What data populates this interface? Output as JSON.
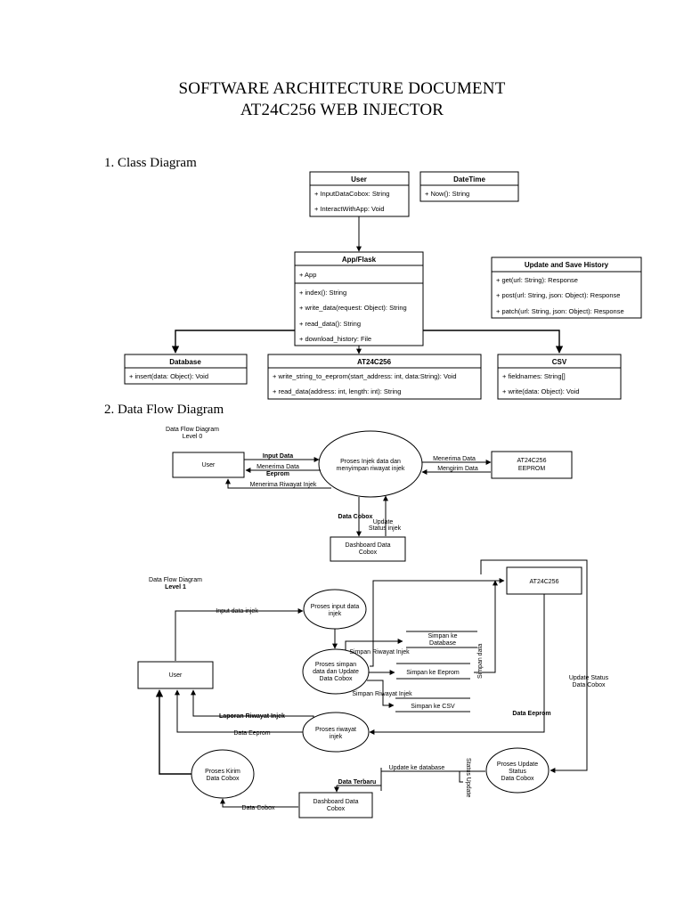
{
  "document": {
    "title_line1": "SOFTWARE ARCHITECTURE DOCUMENT",
    "title_line2": "AT24C256 WEB INJECTOR",
    "section1": "1.   Class Diagram",
    "section2": "2.   Data Flow Diagram"
  },
  "class_diagram": {
    "user": {
      "name": "User",
      "items": [
        "+ InputDataCobox: String",
        "+ InteractWithApp: Void"
      ]
    },
    "datetime": {
      "name": "DateTime",
      "items": [
        "+ Now(): String"
      ]
    },
    "app": {
      "name": "App/Flask",
      "attr": "+ App",
      "items": [
        "+ index(): String",
        "+ write_data(request: Object): String",
        "+ read_data(): String",
        "+ download_history: File"
      ]
    },
    "history": {
      "name": "Update and Save History",
      "items": [
        "+ get(url: String): Response",
        "+ post(url: String, json: Object): Response",
        "+ patch(url: String, json: Object): Response"
      ]
    },
    "database": {
      "name": "Database",
      "items": [
        "+ insert(data: Object): Void"
      ]
    },
    "at24c256": {
      "name": "AT24C256",
      "items": [
        "+ write_string_to_eeprom(start_address: int, data:String): Void",
        "+ read_data(address: int, length: int): String"
      ]
    },
    "csv": {
      "name": "CSV",
      "items": [
        "+ fieldnames: String[]",
        "+ write(data: Object): Void"
      ]
    }
  },
  "dfd0": {
    "title_line1": "Data Flow Diagram",
    "title_line2": "Level 0",
    "user": "User",
    "process_line1": "Proses Injek data dan",
    "process_line2": "menyimpan riwayat injek",
    "eeprom_line1": "AT24C256",
    "eeprom_line2": "EEPROM",
    "dashboard_line1": "Dashboard Data",
    "dashboard_line2": "Cobox",
    "flow_input": "Input Data",
    "flow_receive_line1": "Menerima Data",
    "flow_receive_line2": "Eeprom",
    "flow_history": "Menerima Riwayat Injek",
    "flow_to_eeprom": "Menerima Data",
    "flow_from_eeprom": "Mengirim Data",
    "flow_cobox": "Data Cobox",
    "flow_status_line1": "Update",
    "flow_status_line2": "Status injek"
  },
  "dfd1": {
    "title_line1": "Data Flow Diagram",
    "title_line2": "Level 1",
    "user": "User",
    "at24c256": "AT24C256",
    "proc_input_line1": "Proses input data",
    "proc_input_line2": "injek",
    "proc_save_line1": "Proses simpan",
    "proc_save_line2": "data dan Update",
    "proc_save_line3": "Data Cobox",
    "proc_history_line1": "Proses riwayat",
    "proc_history_line2": "injek",
    "proc_send_line1": "Proses Kirim",
    "proc_send_line2": "Data Cobox",
    "proc_update_line1": "Proses Update",
    "proc_update_line2": "Status",
    "proc_update_line3": "Data Cobox",
    "dashboard_line1": "Dashboard Data",
    "dashboard_line2": "Cobox",
    "store_db_line1": "Simpan ke",
    "store_db_line2": "Database",
    "store_eeprom": "Simpan ke Eeprom",
    "store_csv": "Simpan ke CSV",
    "flow_input": "Input data injek",
    "flow_history_top": "Simpan Riwayat Injek",
    "flow_history_bottom": "Simpan Riwayat Injek",
    "flow_report": "Laporan Riwayat Injek",
    "flow_eeprom": "Data Eeprom",
    "flow_data_eeprom": "Data  Eeprom",
    "flow_update_status_line1": "Update Status",
    "flow_update_status_line2": "Data Cobox",
    "flow_update_db": "Update ke database",
    "flow_latest": "Data Terbaru",
    "flow_cobox": "Data Cobox",
    "flow_status_vertical": "Status Update",
    "flow_small_vertical": "Simpan data"
  }
}
